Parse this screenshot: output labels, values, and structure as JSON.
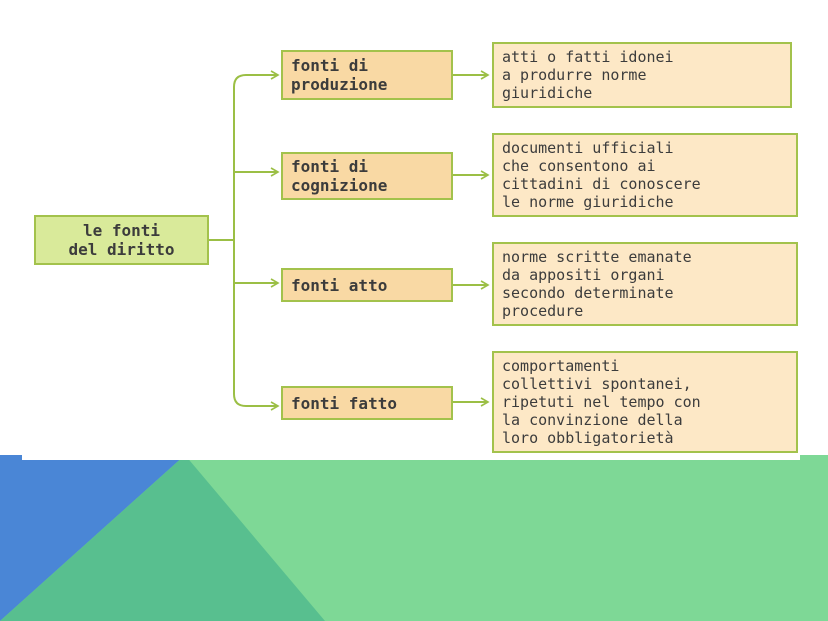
{
  "diagram": {
    "root": {
      "label": "le fonti\ndel diritto"
    },
    "branches": [
      {
        "label": "fonti di\nproduzione",
        "description": "atti o fatti idonei\na produrre norme\ngiuridiche"
      },
      {
        "label": "fonti di\ncognizione",
        "description": "documenti ufficiali\nche consentono ai\ncittadini di conoscere\nle norme giuridiche"
      },
      {
        "label": "fonti atto",
        "description": "norme scritte emanate\nda appositi organi\nsecondo determinate\nprocedure"
      },
      {
        "label": "fonti fatto",
        "description": "comportamenti\ncollettivi spontanei,\nripetuti nel tempo con\nla convinzione della\nloro obbligatorietà"
      }
    ]
  },
  "colors": {
    "connector": "#9bbf45",
    "root_fill": "#d9ea9a",
    "branch_fill": "#f9d9a4",
    "leaf_fill": "#fde8c6",
    "background_green": "#7ed896",
    "background_blue": "#4a86d6",
    "background_teal": "#58bf8f"
  }
}
